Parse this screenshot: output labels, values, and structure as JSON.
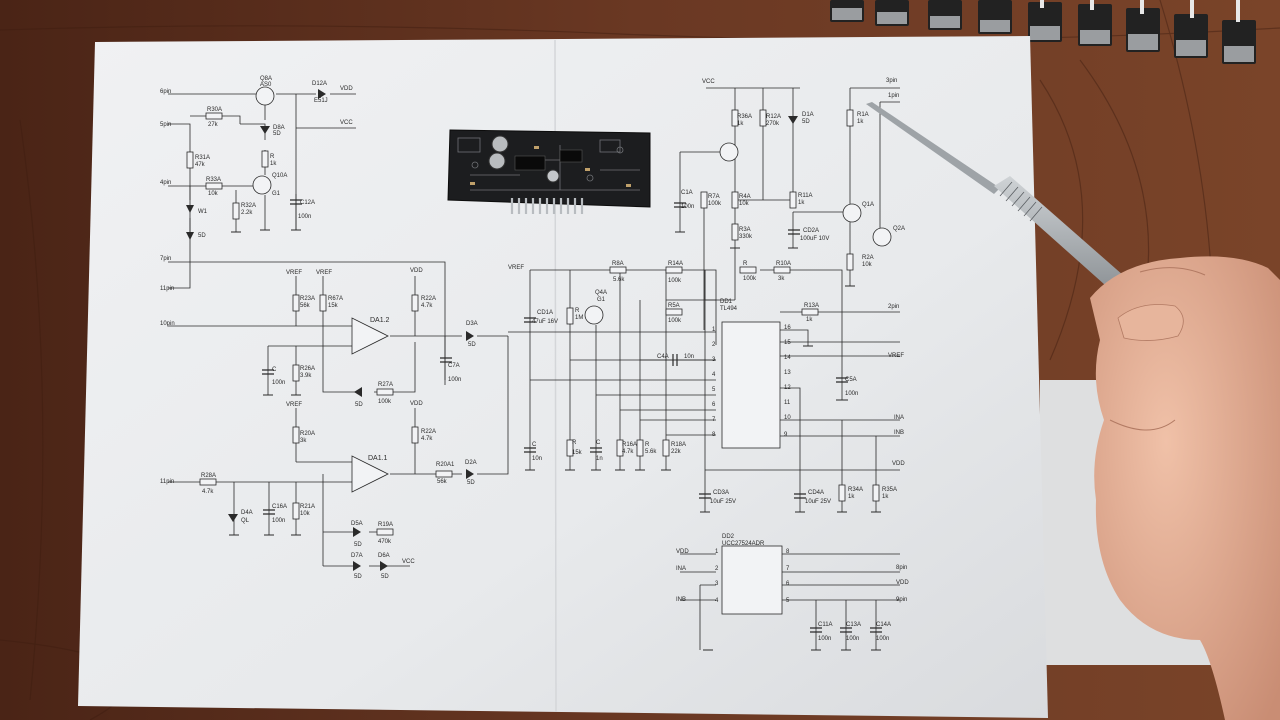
{
  "colors": {
    "table": "#5a2e1c",
    "paper": "#e9ebed",
    "ink": "#2a2a2a",
    "pcb": "#1c1d1f",
    "hand": "#e3ad94"
  },
  "icons": {
    "probe": "dental-probe-icon",
    "board": "pcb-module-icon"
  },
  "net_labels": {
    "pin6": "6pin",
    "pin5": "5pin",
    "pin4": "4pin",
    "pin7": "7pin",
    "pin11": "11pin",
    "pin10": "10pin",
    "pin11b": "11pin",
    "vdd1": "VDD",
    "vcc1": "VCC",
    "vcc_top": "VCC",
    "pin3": "3pin",
    "pin1": "1pin",
    "vref_mid": "VREF",
    "pin2": "2pin",
    "vref_r": "VREF",
    "ina": "INA",
    "inb": "INB",
    "vdd_r": "VDD",
    "vref_a": "VREF",
    "vref_b": "VREF",
    "vdd_a": "VDD",
    "vref_c": "VREF",
    "vdd_b": "VDD",
    "vcc_b": "VCC",
    "vdd_dd2": "VDD",
    "ina_dd2": "INA",
    "inb_dd2": "INB",
    "pin8": "8pin",
    "vdd_dd2r": "VDD",
    "pin9": "9pin"
  },
  "components": {
    "q8a": "Q8A",
    "q8a_t": "AS0",
    "d12a": "D12A",
    "d12a_v": "E51J",
    "r30a": "R30A",
    "r30a_v": "27k",
    "d8a": "D8A",
    "d8a_v": "5D",
    "r31a": "R31A",
    "r31a_v": "47k",
    "r": "R",
    "r_v": "1k",
    "r33a": "R33A",
    "r33a_v": "10k",
    "q10a": "Q10A",
    "q10a_t": "G1",
    "w1": "W1",
    "r32a": "R32A",
    "r32a_v": "2.2k",
    "c12a": "C12A",
    "c12a_v": "100n",
    "d9": "5D",
    "r36a": "R36A",
    "r36a_v": "1k",
    "r12a": "R12A",
    "r12a_v": "270k",
    "d1a": "D1A",
    "d1a_v": "5D",
    "r1a": "R1A",
    "r1a_v": "1k",
    "c1a": "C1A",
    "c1a_v": "100n",
    "r7a": "R7A",
    "r7a_v": "100k",
    "r4a": "R4A",
    "r4a_v": "10k",
    "r11a": "R11A",
    "r11a_v": "1k",
    "q1a": "Q1A",
    "q2a": "Q2A",
    "r3a": "R3A",
    "r3a_v": "330k",
    "cd2a": "CD2A",
    "cd2a_v": "100uF 10V",
    "r2a": "R2A",
    "r2a_v": "10k",
    "r8a": "R8A",
    "r8a_v": "5.6k",
    "r14a": "R14A",
    "r14a_v": "100k",
    "rr": "R",
    "rr_v": "100k",
    "r10a": "R10A",
    "r10a_v": "3k",
    "cd1a": "CD1A",
    "cd1a_v": "47uF 16V",
    "rm": "R",
    "rm_v": "1M",
    "q4a": "Q4A",
    "q4a_t": "G1",
    "r5a": "R5A",
    "r5a_v": "100k",
    "dd1": "DD1",
    "dd1_t": "TL494",
    "r13a": "R13A",
    "r13a_v": "1k",
    "c4a": "C4A",
    "c4a_v": "10n",
    "c5a": "C5A",
    "c5a_v": "100n",
    "r23a": "R23A",
    "r23a_v": "56k",
    "r67a": "R67A",
    "r67a_v": "15k",
    "r22a": "R22A",
    "r22a_v": "4.7k",
    "da12": "DA1.2",
    "d3a": "D3A",
    "d3a_v": "5D",
    "c7a": "C7A",
    "c7a_v": "100n",
    "c": "C",
    "c_v": "100n",
    "r26a": "R26A",
    "r26a_v": "3.9k",
    "r27a": "R27A",
    "r27a_v": "100k",
    "d5": "5D",
    "r20a": "R20A",
    "r20a_v": "3k",
    "r22b": "R22A",
    "r22b_v": "4.7k",
    "r28a": "R28A",
    "r28a_v": "4.7k",
    "da11": "DA1.1",
    "r20a1": "R20A1",
    "r20a1_v": "56k",
    "d2a": "D2A",
    "d2a_v": "5D",
    "d4a": "D4A",
    "d4a_v": "QL",
    "c16a": "C16A",
    "c16a_v": "100n",
    "r21a": "R21A",
    "r21a_v": "10k",
    "d5a": "D5A",
    "d5a_v": "5D",
    "r19a": "R19A",
    "r19a_v": "470k",
    "d7a": "D7A",
    "d7a_v": "5D",
    "d6a": "D6A",
    "d6a_v": "5D",
    "cb": "C",
    "cb_v": "10n",
    "rb": "R",
    "rb_v": "15k",
    "cc": "C",
    "cc_v": "1n",
    "r16a": "R16A",
    "r16a_v": "4.7k",
    "r6": "R",
    "r6_v": "5.6k",
    "r18a": "R18A",
    "r18a_v": "22k",
    "cd3a": "CD3A",
    "cd3a_v": "10uF 25V",
    "cd4a": "CD4A",
    "cd4a_v": "10uF 25V",
    "r34a": "R34A",
    "r34a_v": "1k",
    "r35a": "R35A",
    "r35a_v": "1k",
    "dd2": "DD2",
    "dd2_t": "UCC27524ADR",
    "c11a": "C11A",
    "c11a_v": "100n",
    "c13a": "C13A",
    "c13a_v": "100n",
    "c14a": "C14A",
    "c14a_v": "100n"
  },
  "dd1_pins": [
    "1",
    "2",
    "3",
    "4",
    "5",
    "6",
    "7",
    "8",
    "16",
    "15",
    "14",
    "13",
    "12",
    "11",
    "10",
    "9"
  ],
  "dd2_pins": [
    "1",
    "2",
    "3",
    "4",
    "8",
    "7",
    "6",
    "5"
  ]
}
